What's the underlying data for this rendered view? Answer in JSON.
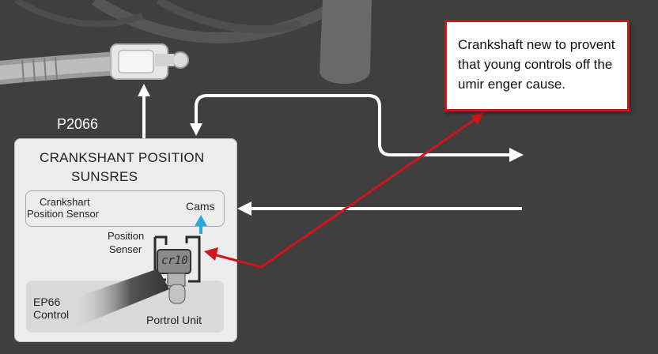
{
  "code_label": "P2066",
  "panel": {
    "title_line1": "CRANKSHANT POSITION",
    "title_line2": "SUNSRES",
    "sensor_line1": "Crankshart",
    "sensor_line2": "Position Sensor",
    "cams_label": "Cams",
    "position_line1": "Position",
    "position_line2": "Senser",
    "chip_label": "cr10",
    "control_line1": "EP66",
    "control_line2": "Control",
    "unit_label": "Portrol Unit"
  },
  "callout": {
    "text": "Crankshaft new to provent that young controls off the umir enger cause."
  },
  "colors": {
    "background": "#3f3f3f",
    "panel": "#ececec",
    "callout_border": "#c8161c",
    "pointer_arrow": "#d0161b",
    "cams_arrow": "#2aa7e0",
    "flow_arrows": "#ffffff"
  },
  "icons": [
    "connector-icon",
    "sensor-probe-icon",
    "cable-bundle-icon"
  ]
}
